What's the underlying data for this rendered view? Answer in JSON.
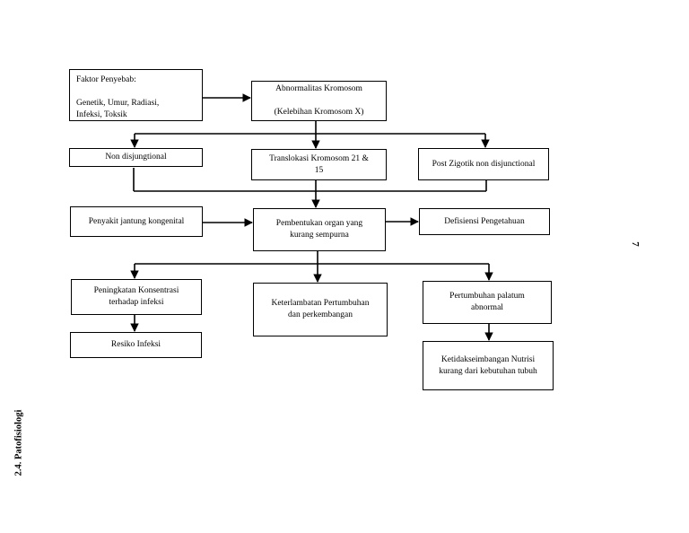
{
  "section_label": "2.4. Patofisiologi",
  "page_number": "7",
  "nodes": {
    "faktor": {
      "lines": [
        "Faktor Penyebab:",
        "",
        "Genetik, Umur, Radiasi,",
        "Infeksi, Toksik"
      ]
    },
    "abnormalitas": {
      "lines": [
        "Abnormalitas Kromosom",
        "",
        "(Kelebihan Kromosom X)"
      ]
    },
    "non_disjungtional": {
      "lines": [
        "Non disjungtional"
      ]
    },
    "translokasi": {
      "lines": [
        "Translokasi Kromosom 21 &",
        "15"
      ]
    },
    "post_zigotik": {
      "lines": [
        "Post Zigotik non disjunctional"
      ]
    },
    "jantung": {
      "lines": [
        "Penyakit jantung kongenital"
      ]
    },
    "pembentukan": {
      "lines": [
        "Pembentukan organ yang",
        "kurang sempurna"
      ]
    },
    "defisiensi": {
      "lines": [
        "Defisiensi Pengetahuan"
      ]
    },
    "peningkatan": {
      "lines": [
        "Peningkatan Konsentrasi",
        "terhadap infeksi"
      ]
    },
    "keterlambatan": {
      "lines": [
        "Keterlambatan Pertumbuhan",
        "dan perkembangan"
      ]
    },
    "palatum": {
      "lines": [
        "Pertumbuhan palatum",
        "abnormal"
      ]
    },
    "resiko": {
      "lines": [
        "Resiko Infeksi"
      ]
    },
    "nutrisi": {
      "lines": [
        "Ketidakseimbangan Nutrisi",
        "kurang dari kebutuhan tubuh"
      ]
    }
  }
}
